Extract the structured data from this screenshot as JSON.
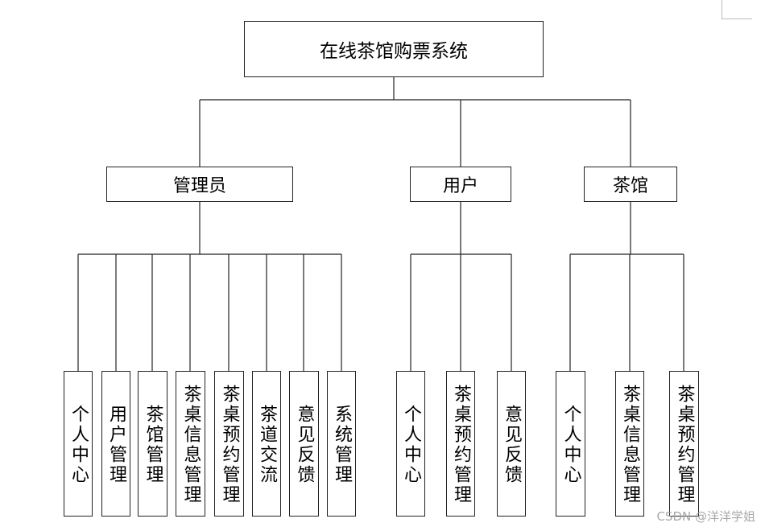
{
  "root": {
    "label": "在线茶馆购票系统"
  },
  "roles": [
    {
      "label": "管理员",
      "children": [
        "个人中心",
        "用户管理",
        "茶馆管理",
        "茶桌信息管理",
        "茶桌预约管理",
        "茶道交流",
        "意见反馈",
        "系统管理"
      ]
    },
    {
      "label": "用户",
      "children": [
        "个人中心",
        "茶桌预约管理",
        "意见反馈"
      ]
    },
    {
      "label": "茶馆",
      "children": [
        "个人中心",
        "茶桌信息管理",
        "茶桌预约管理"
      ]
    }
  ],
  "watermark": "CSDN @洋洋学姐",
  "colors": {
    "line": "#222222",
    "text": "#000000",
    "watermark": "#a8a8a8"
  }
}
